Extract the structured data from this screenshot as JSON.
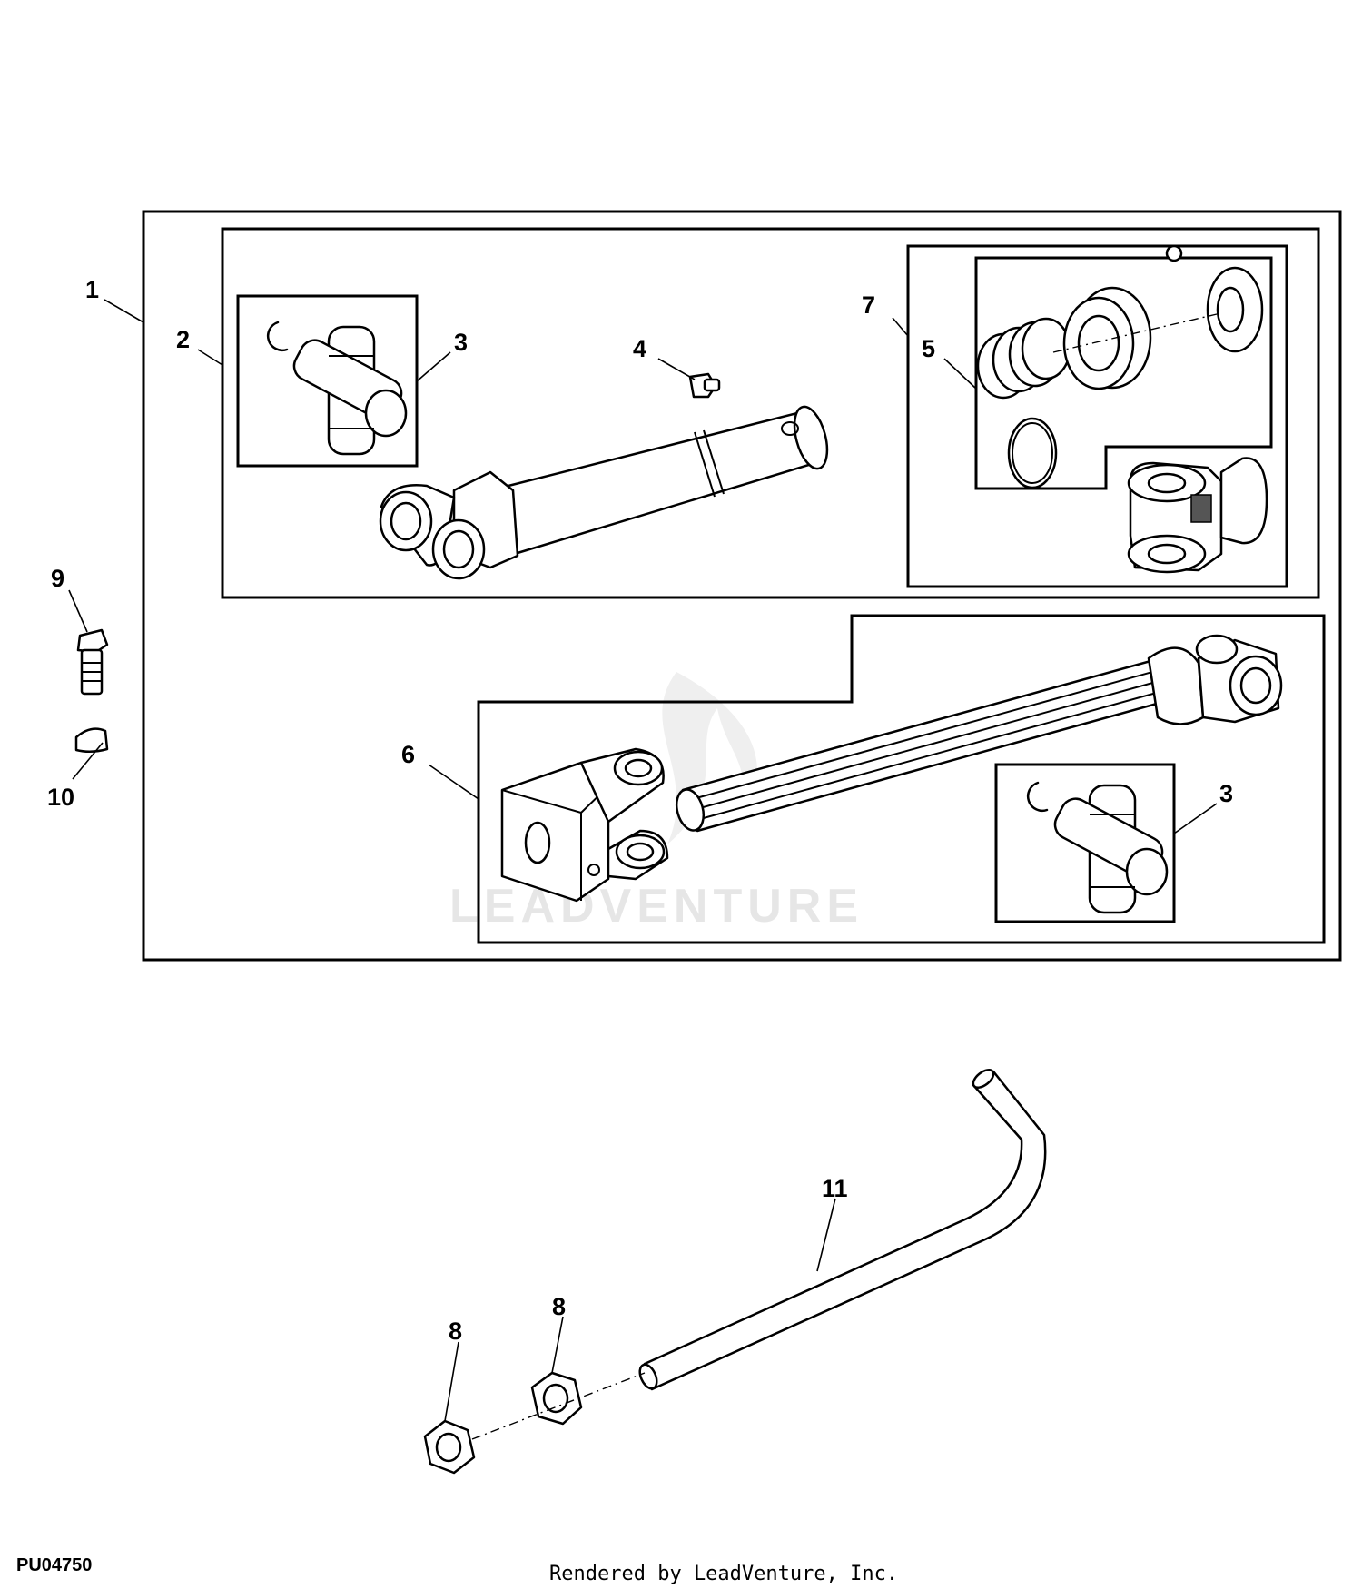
{
  "figure": {
    "code": "PU04750",
    "credit": "Rendered by LeadVenture, Inc.",
    "watermark": "LEADVENTURE"
  },
  "callouts": [
    {
      "id": "c1",
      "label": "1"
    },
    {
      "id": "c2",
      "label": "2"
    },
    {
      "id": "c3a",
      "label": "3"
    },
    {
      "id": "c4",
      "label": "4"
    },
    {
      "id": "c5",
      "label": "5"
    },
    {
      "id": "c6",
      "label": "6"
    },
    {
      "id": "c3b",
      "label": "3"
    },
    {
      "id": "c7",
      "label": "7"
    },
    {
      "id": "c8a",
      "label": "8"
    },
    {
      "id": "c8b",
      "label": "8"
    },
    {
      "id": "c9",
      "label": "9"
    },
    {
      "id": "c10",
      "label": "10"
    },
    {
      "id": "c11",
      "label": "11"
    }
  ]
}
